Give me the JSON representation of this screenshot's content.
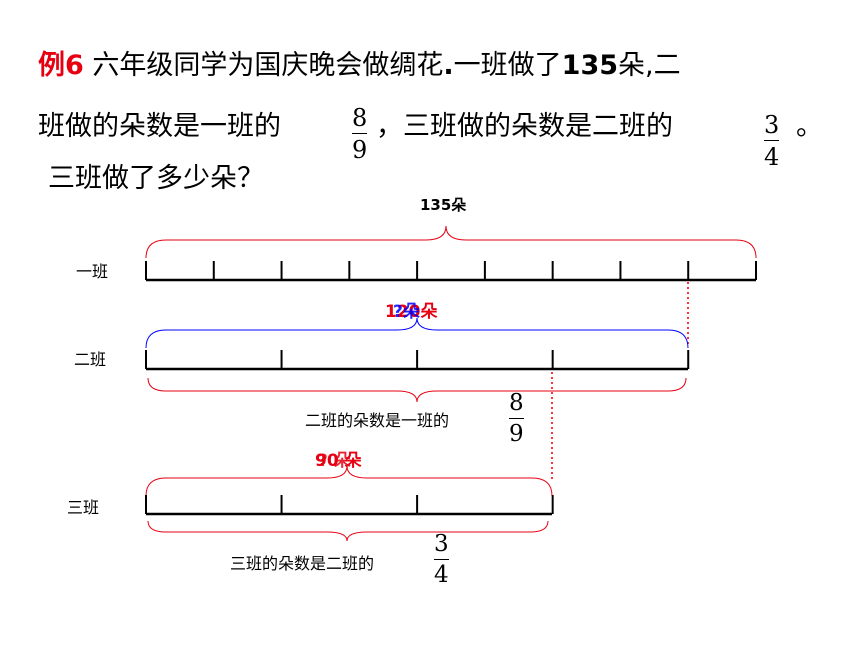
{
  "problem": {
    "example_label": "例6",
    "line1_text": "六年级同学为国庆晚会做绸花",
    "line1_period": ".",
    "line1_text2": "一班做了",
    "line1_num": "135",
    "line1_end": "朵,二",
    "line2_text": "班做的朵数是一班的",
    "line2_mid": "，三班做的朵数是二班的",
    "line2_end": "。",
    "line3_text": "三班做了多少朵？",
    "frac1": {
      "num": "8",
      "den": "9"
    },
    "frac2": {
      "num": "3",
      "den": "4"
    }
  },
  "diagram": {
    "total_label": "135朵",
    "class_names": [
      "一班",
      "二班",
      "三班"
    ],
    "class2_overlap": [
      "120朵",
      "?朵"
    ],
    "class3_overlap": [
      "90 朵",
      "? 朵"
    ],
    "caption2": "二班的朵数是一班的",
    "caption2_frac": {
      "num": "8",
      "den": "9"
    },
    "caption3": "三班的朵数是二班的",
    "caption3_frac": {
      "num": "3",
      "den": "4"
    },
    "segments": [
      9,
      4,
      3
    ],
    "colors": {
      "red": "#e60012",
      "blue": "#0000ff",
      "line_red": "#ff3333",
      "black": "#000000"
    }
  }
}
